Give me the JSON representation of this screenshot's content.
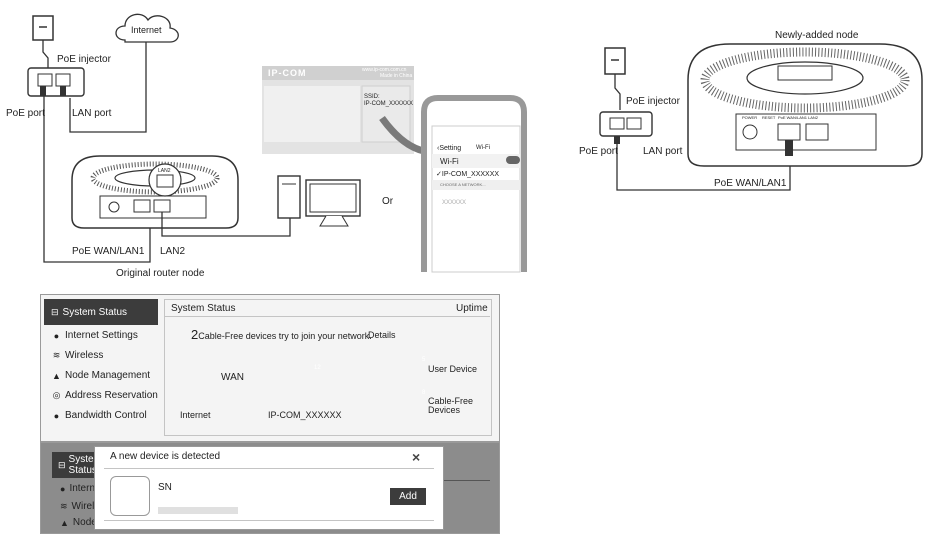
{
  "top_left": {
    "internet": "Internet",
    "poe_injector": "PoE injector",
    "poe_port": "PoE port",
    "lan_port": "LAN port",
    "poe_wan": "PoE WAN/LAN1",
    "lan2": "LAN2",
    "lan2_plug": "LAN2",
    "caption": "Original router node",
    "or": "Or"
  },
  "label_card": {
    "brand": "IP-COM",
    "top_right_1": "www.ip-com.com.cn",
    "top_right_2": "Made in China",
    "ssid_label": "SSID:",
    "ssid_value": "IP-COM_XXXXXX"
  },
  "phone": {
    "back": "Setting",
    "title": "Wi-Fi",
    "wifi_row": "Wi-Fi",
    "connected": "IP-COM_XXXXXX",
    "choose": "CHOOSE A NETWORK...",
    "other": "XXXXXX"
  },
  "top_right": {
    "new_node": "Newly-added node",
    "poe_injector": "PoE injector",
    "poe_port": "PoE port",
    "lan_port": "LAN port",
    "poe_wan": "PoE WAN/LAN1",
    "port_labels": [
      "POWER",
      "RESET",
      "PoE WAN/LAN1",
      "LAN2"
    ]
  },
  "ui": {
    "sidebar_head": "System Status",
    "menu": [
      {
        "icon": "●",
        "label": "Internet Settings"
      },
      {
        "icon": "≋",
        "label": "Wireless"
      },
      {
        "icon": "▲",
        "label": "Node Management"
      },
      {
        "icon": "◎",
        "label": "Address Reservation"
      },
      {
        "icon": "●",
        "label": "Bandwidth Control"
      }
    ],
    "content_title": "System Status",
    "content_right": "Uptime",
    "notice_count": "2",
    "notice_text": "Cable-Free devices try to join your network.",
    "details": "Details",
    "wan": "WAN",
    "internet": "Internet",
    "router_name": "IP-COM_XXXXXX",
    "router_badge": "12",
    "user_device": "User Device",
    "user_badge": "5",
    "cable_free_1": "Cable-Free",
    "cable_free_2": "Devices",
    "cable_badge": "8"
  },
  "ui2": {
    "sidebar_head": "System Status",
    "menu": [
      "Internet Settings",
      "Wireless",
      "Node Management"
    ]
  },
  "dialog": {
    "title": "A new device is detected",
    "close": "×",
    "sn_label": "SN",
    "add": "Add"
  },
  "colors": {
    "dark": "#3c3c3c",
    "line": "#555555",
    "panel": "#f4f4f4",
    "overlay": "#8c8c8c"
  }
}
